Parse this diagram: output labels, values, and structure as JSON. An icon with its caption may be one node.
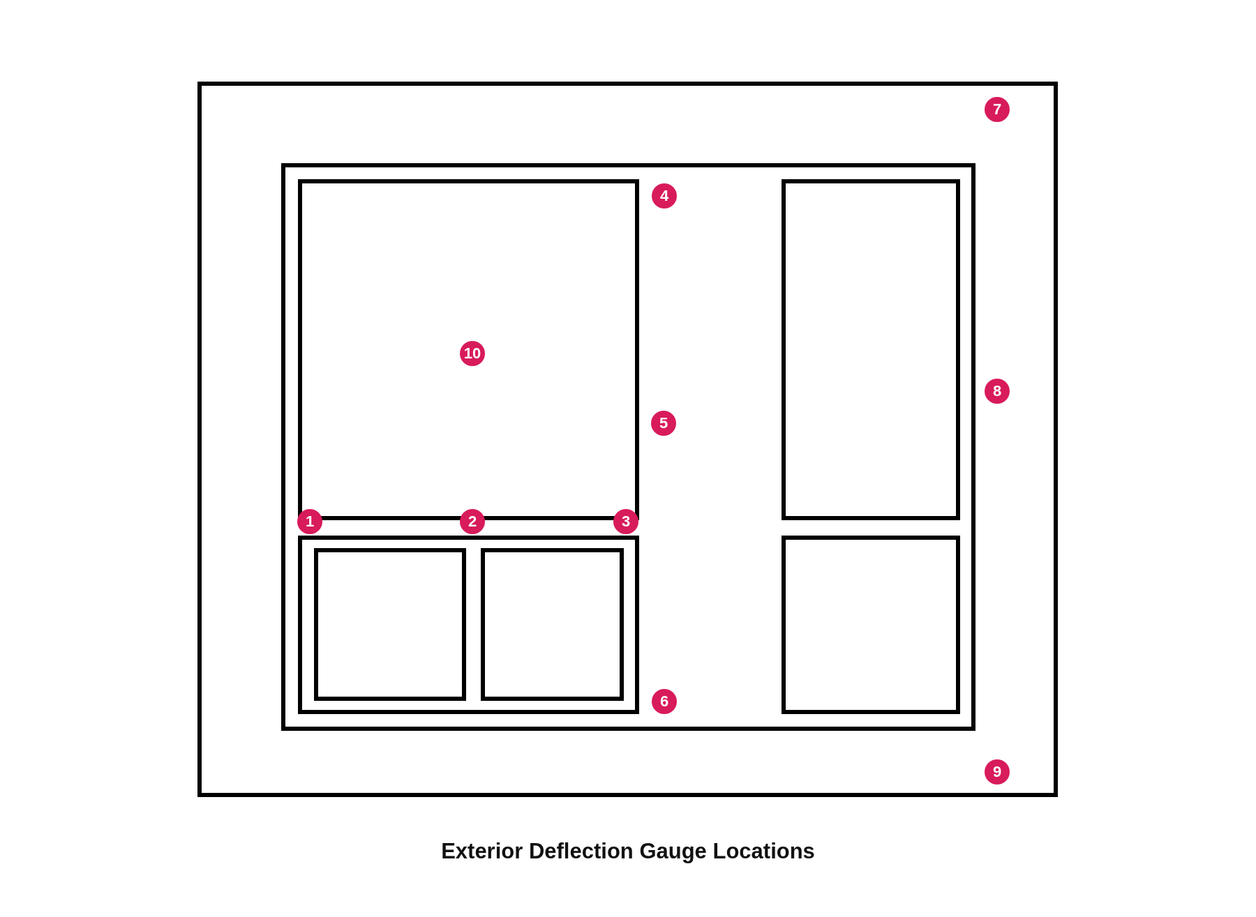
{
  "diagram": {
    "title": "Exterior Deflection Gauge Locations",
    "nodes": [
      {
        "text": [],
        "shape": "box"
      },
      {
        "text": [],
        "shape": "box",
        "in": 0
      },
      {
        "text": [],
        "shape": "box",
        "in": 1
      },
      {
        "text": [],
        "shape": "box",
        "in": 1
      },
      {
        "text": [],
        "shape": "box",
        "in": 3
      },
      {
        "text": [],
        "shape": "box",
        "in": 3
      },
      {
        "text": [],
        "shape": "box",
        "in": 1
      },
      {
        "text": [],
        "shape": "box",
        "in": 1
      }
    ],
    "edges": [],
    "labels": [
      "7",
      "4",
      "10",
      "8",
      "5",
      "1",
      "2",
      "3",
      "6",
      "9"
    ]
  }
}
